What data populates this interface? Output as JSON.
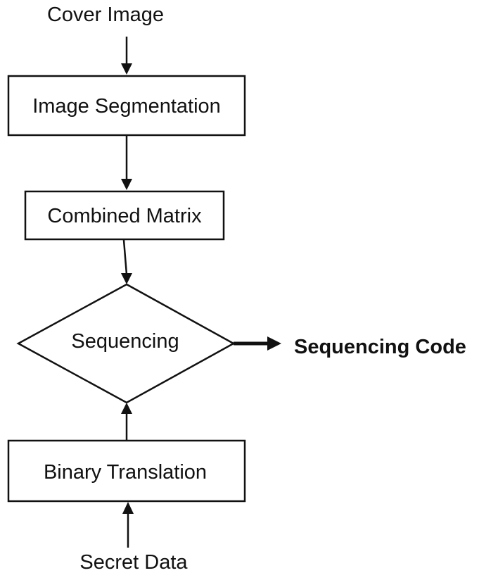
{
  "diagram": {
    "input_top": "Cover Image",
    "step_segmentation": "Image Segmentation",
    "step_matrix": "Combined Matrix",
    "decision_sequencing": "Sequencing",
    "output": "Sequencing Code",
    "step_translation": "Binary Translation",
    "input_bottom": "Secret Data"
  },
  "colors": {
    "stroke": "#111111",
    "background": "#ffffff"
  }
}
